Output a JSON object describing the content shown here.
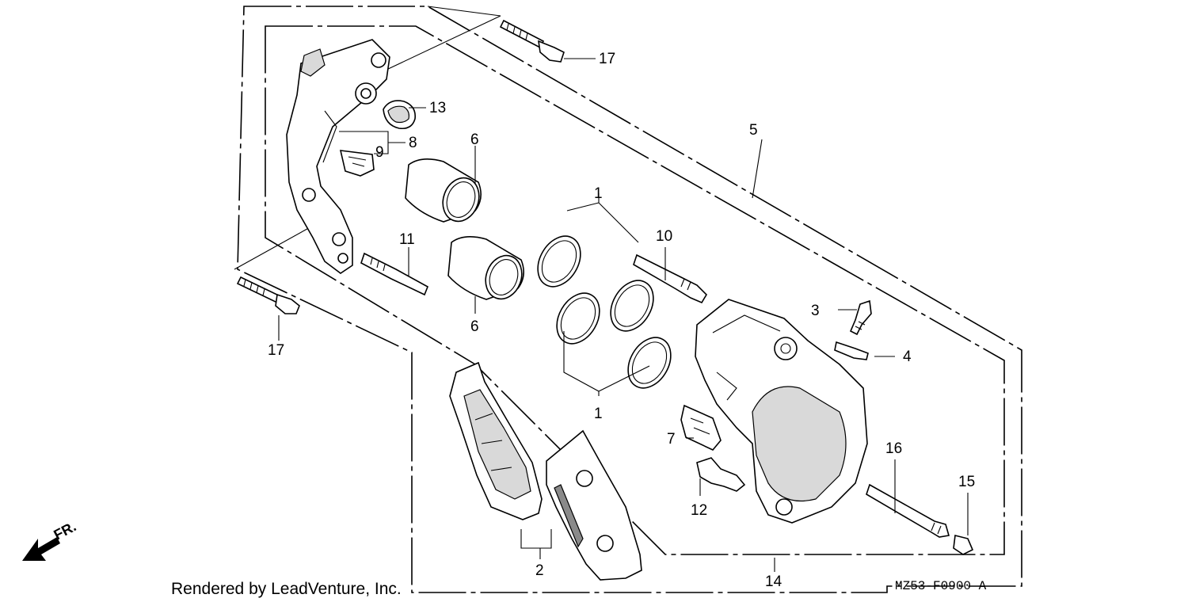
{
  "callouts": {
    "c1a": "1",
    "c1b": "1",
    "c2": "2",
    "c3": "3",
    "c4": "4",
    "c5": "5",
    "c6a": "6",
    "c6b": "6",
    "c7": "7",
    "c8": "8",
    "c9": "9",
    "c10": "10",
    "c11": "11",
    "c12": "12",
    "c13": "13",
    "c14": "14",
    "c15": "15",
    "c16": "16",
    "c17a": "17",
    "c17b": "17"
  },
  "footer": {
    "rendered_by": "Rendered by LeadVenture, Inc.",
    "diagram_code": "MZ53-F0900 A"
  },
  "direction_indicator": {
    "label": "FR."
  },
  "colors": {
    "ink": "#000000",
    "background": "#ffffff"
  }
}
